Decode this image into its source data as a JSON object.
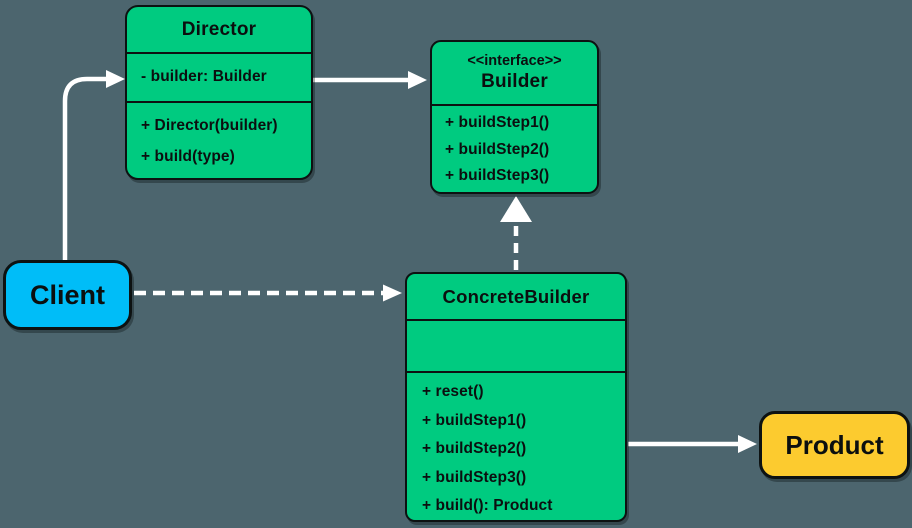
{
  "palette": {
    "background": "#4c656e",
    "class_fill": "#00cb80",
    "client_fill": "#00bdf8",
    "product_fill": "#fccb2f",
    "border": "#0d1212",
    "arrow": "#ffffff",
    "text": "#0b0f0f"
  },
  "diagram": {
    "client": {
      "label": "Client"
    },
    "director": {
      "title": "Director",
      "attributes": [
        "- builder: Builder"
      ],
      "methods": [
        "+ Director(builder)",
        "+ build(type)"
      ]
    },
    "builder": {
      "stereotype": "<<interface>>",
      "title": "Builder",
      "methods": [
        "+ buildStep1()",
        "+ buildStep2()",
        "+ buildStep3()"
      ]
    },
    "concrete_builder": {
      "title": "ConcreteBuilder",
      "attributes": [],
      "methods": [
        "+ reset()",
        "+ buildStep1()",
        "+ buildStep2()",
        "+ buildStep3()",
        "+ build(): Product"
      ]
    },
    "product": {
      "label": "Product"
    }
  },
  "relationships": [
    {
      "from": "Client",
      "to": "Director",
      "style": "solid-arrow"
    },
    {
      "from": "Director",
      "to": "Builder",
      "style": "solid-arrow"
    },
    {
      "from": "Client",
      "to": "ConcreteBuilder",
      "style": "dashed-arrow"
    },
    {
      "from": "ConcreteBuilder",
      "to": "Builder",
      "style": "dashed-realization-triangle"
    },
    {
      "from": "ConcreteBuilder",
      "to": "Product",
      "style": "solid-arrow"
    }
  ]
}
